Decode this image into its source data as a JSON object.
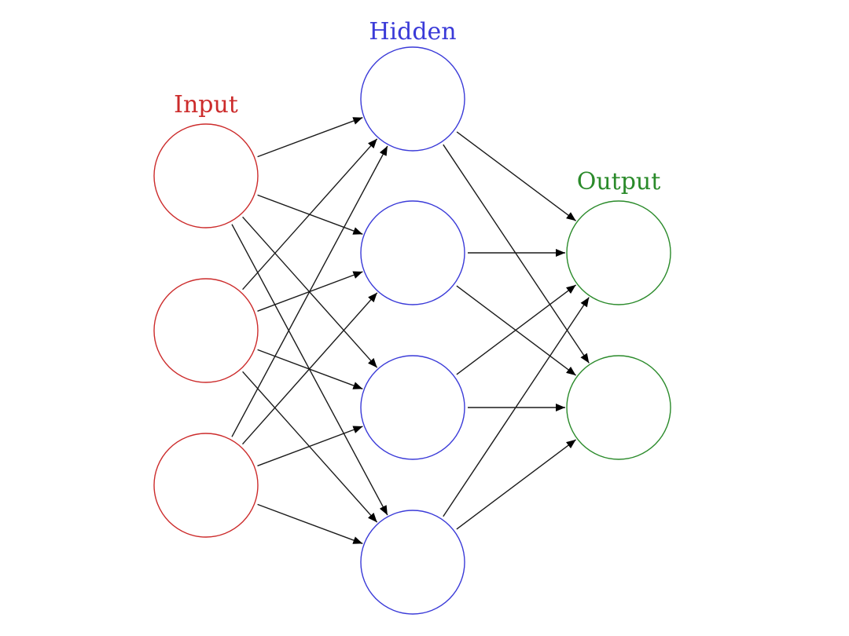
{
  "diagram": {
    "layers": [
      {
        "id": "input",
        "label": "Input",
        "color": "#cc2b2b",
        "node_count": 3
      },
      {
        "id": "hidden",
        "label": "Hidden",
        "color": "#3a3ad8",
        "node_count": 4
      },
      {
        "id": "output",
        "label": "Output",
        "color": "#2a8a2a",
        "node_count": 2
      }
    ],
    "connections": [
      {
        "from": "input",
        "to": "hidden",
        "pattern": "fully-connected"
      },
      {
        "from": "hidden",
        "to": "output",
        "pattern": "fully-connected"
      }
    ],
    "edge_color": "#1a1a1a"
  }
}
